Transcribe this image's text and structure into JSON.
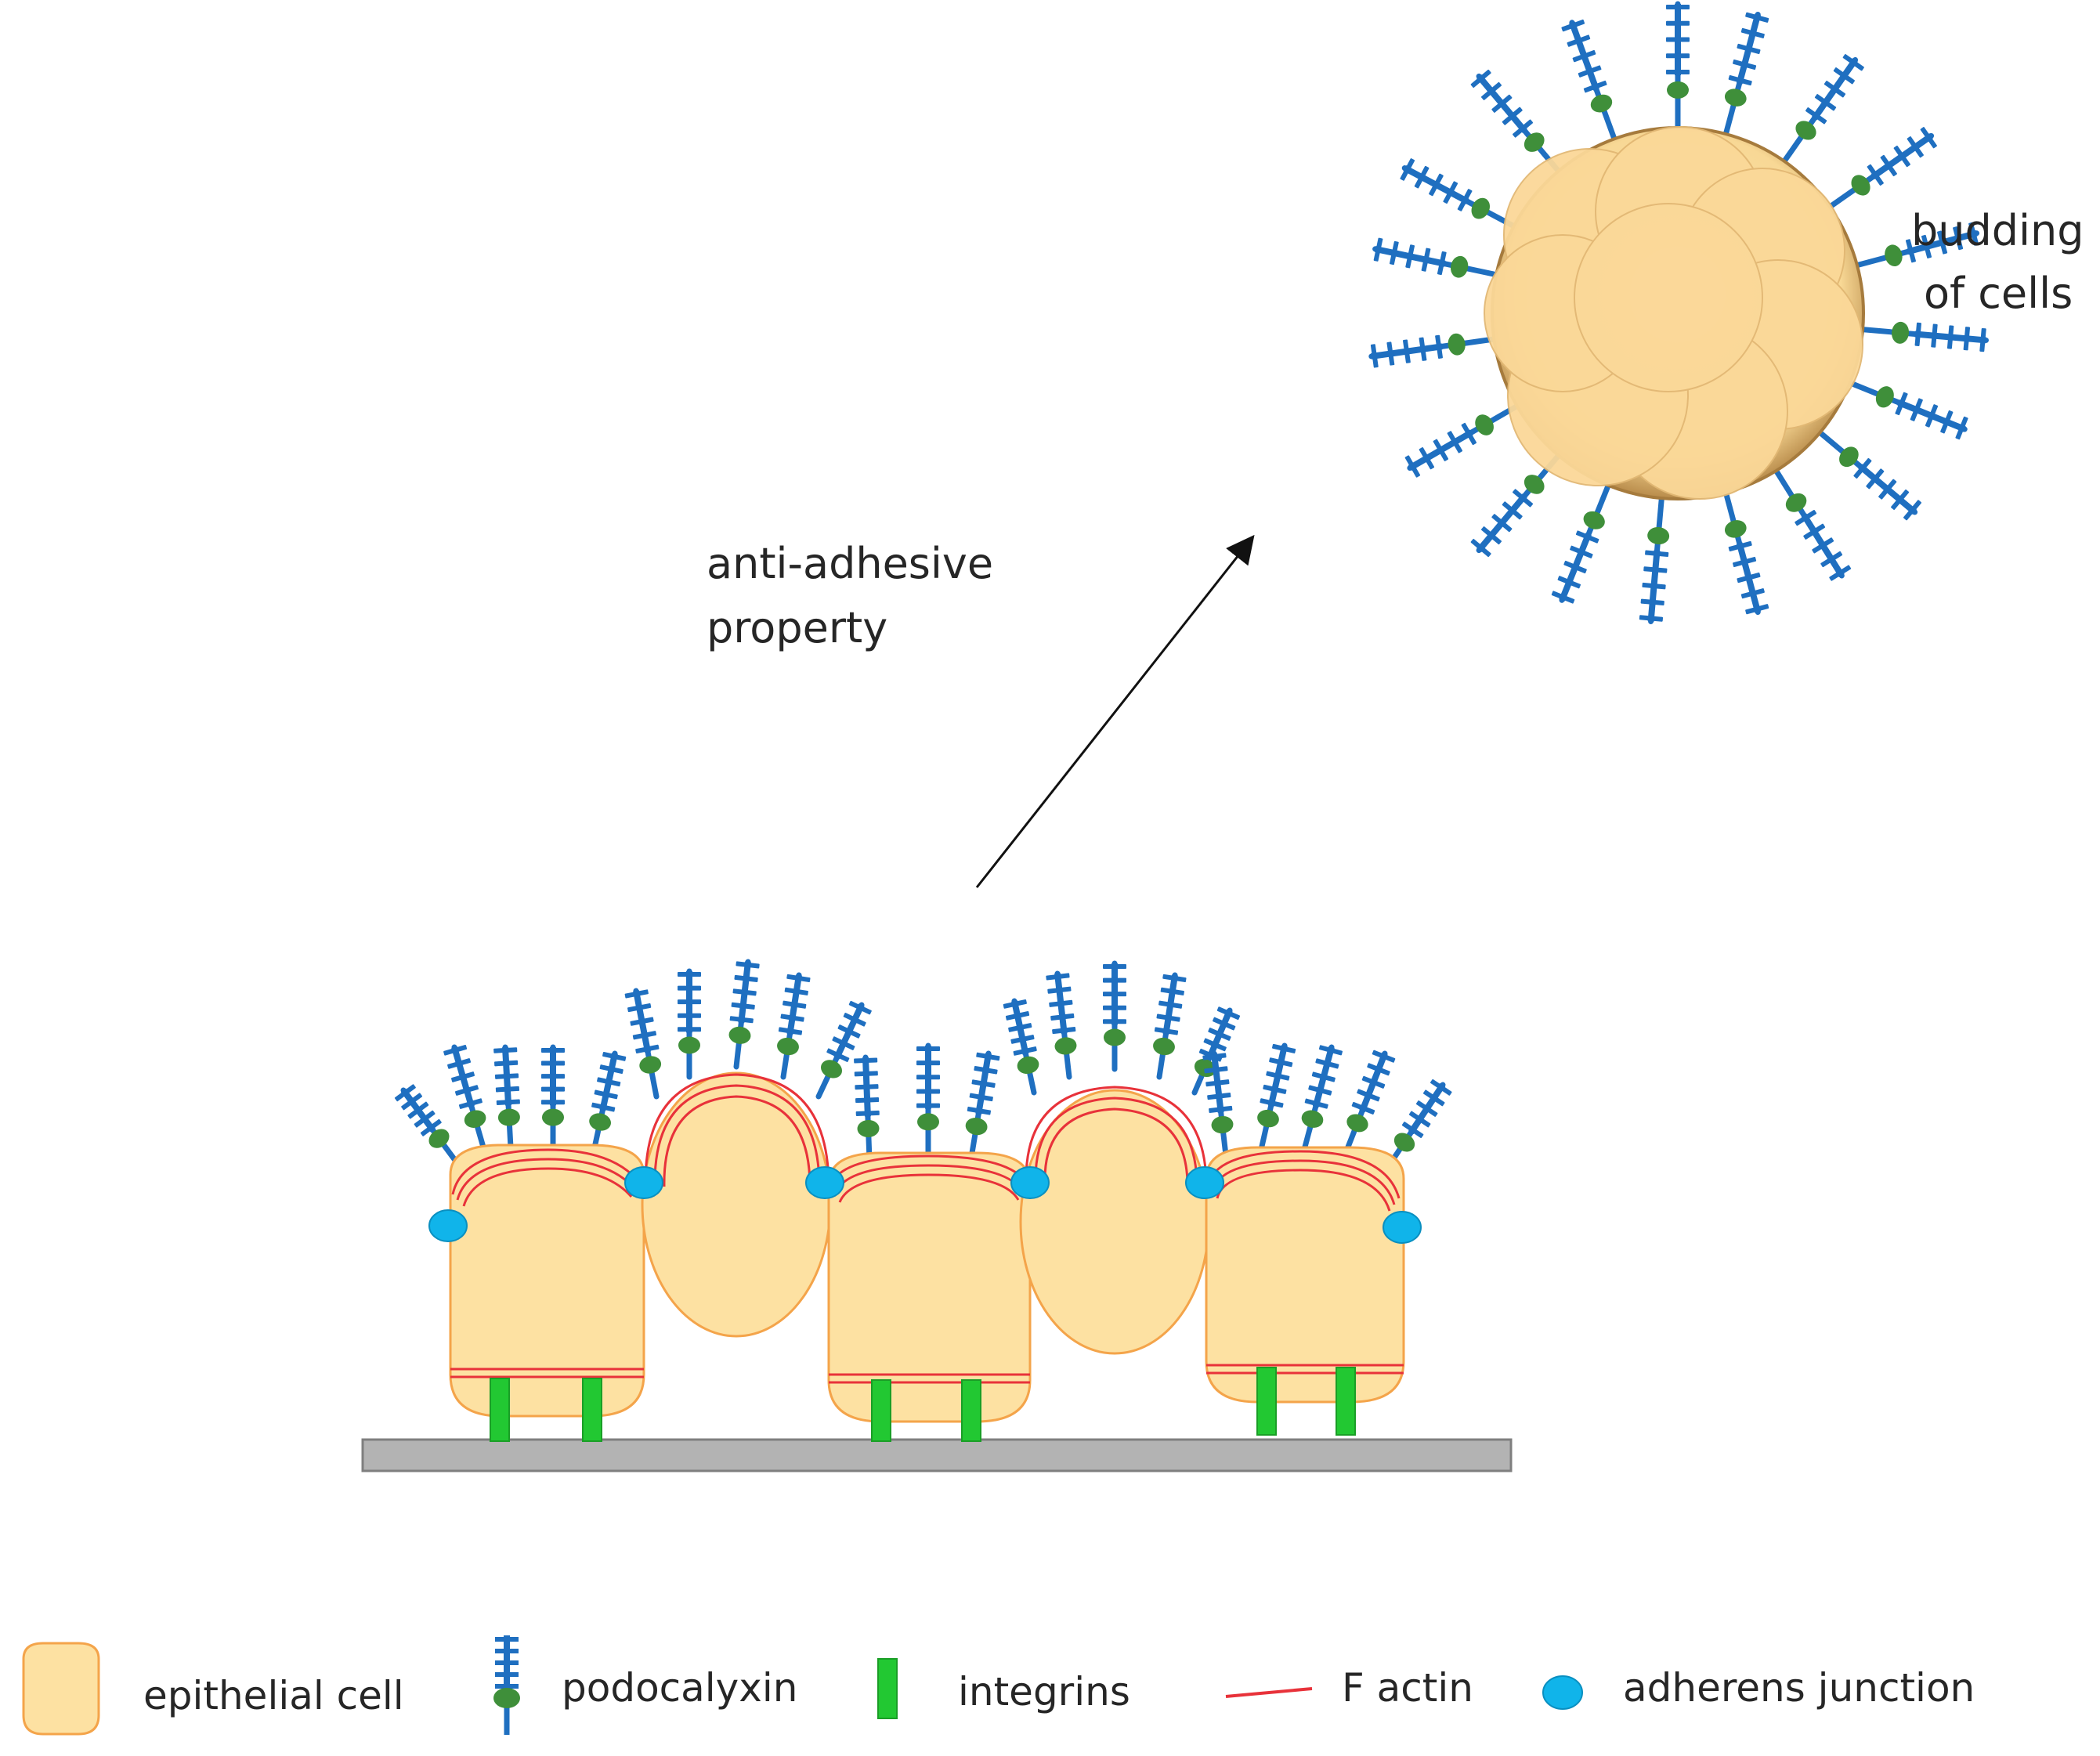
{
  "labels": {
    "anti_adhesive_line1": "anti-adhesive",
    "anti_adhesive_line2": "property",
    "budding_line1": "budding",
    "budding_line2": "of cells"
  },
  "legend": {
    "epithelial_cell": "epithelial cell",
    "podocalyxin": "podocalyxin",
    "integrins": "integrins",
    "f_actin": "F actin",
    "adherens_junction": "adherens junction"
  },
  "colors": {
    "cell_fill": "#fde1a2",
    "cell_stroke": "#f4a44a",
    "podocalyxin_blue": "#1f6fc0",
    "podocalyxin_bead": "#3f8f3a",
    "integrin_green": "#22c832",
    "f_actin_red": "#e8323a",
    "adherens_cyan": "#10b4ea",
    "substrate_gray": "#b3b3b3"
  }
}
